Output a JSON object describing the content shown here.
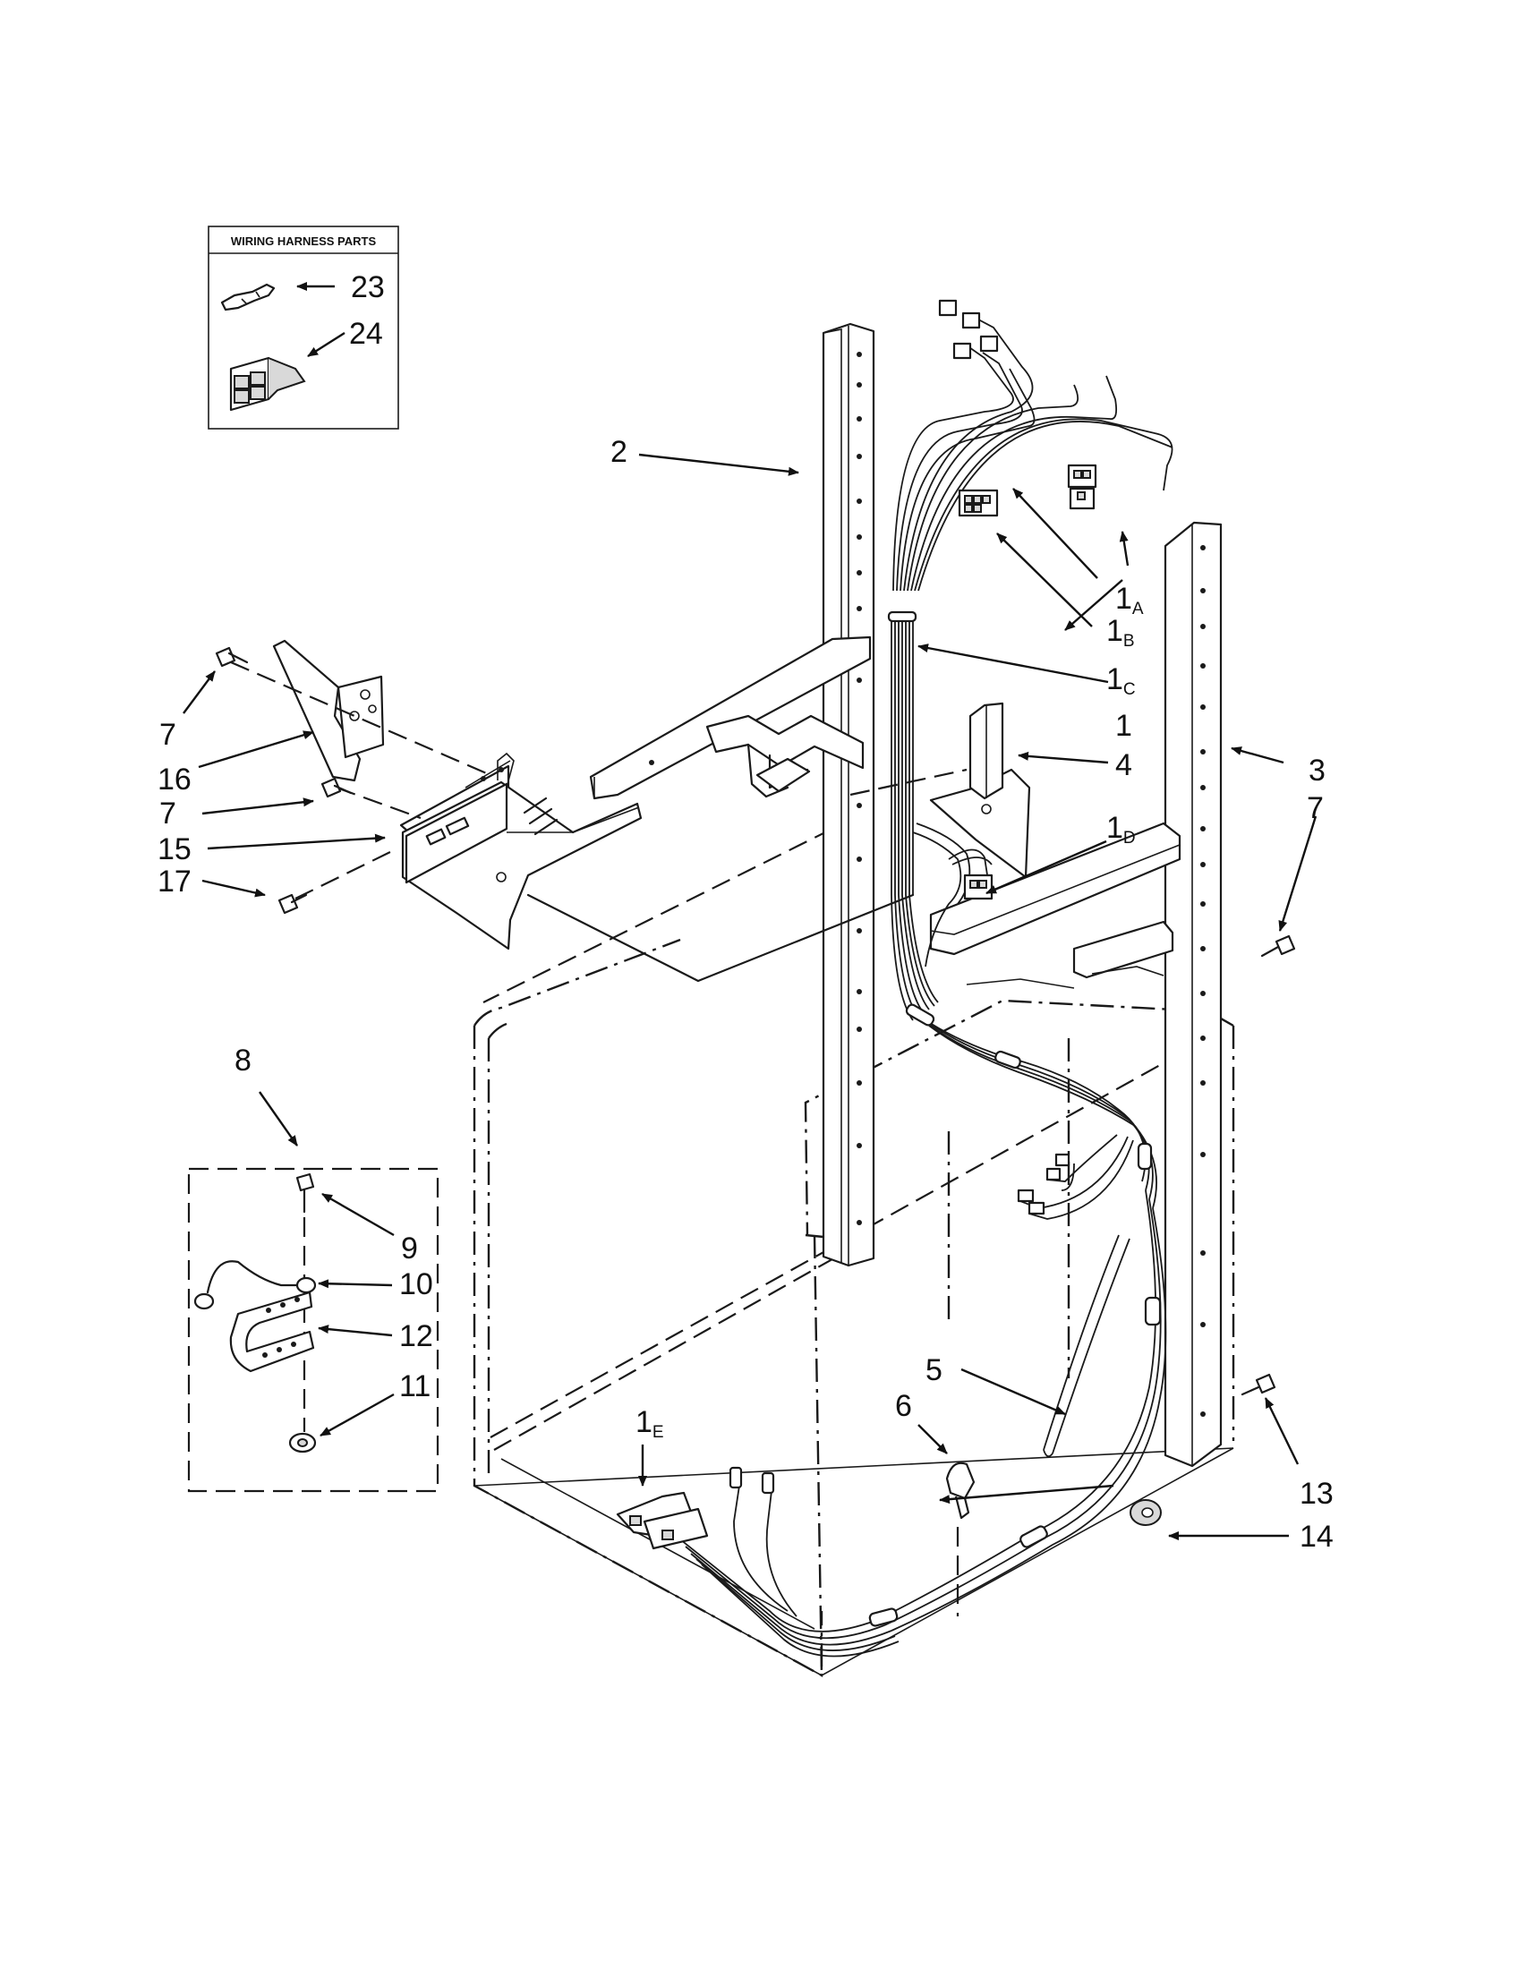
{
  "inset": {
    "title": "WIRING HARNESS PARTS",
    "parts": [
      "23",
      "24"
    ]
  },
  "callouts": {
    "c2": "2",
    "c3": "3",
    "c4": "4",
    "c5": "5",
    "c6": "6",
    "c7a": "7",
    "c7b": "7",
    "c7c": "7",
    "c8": "8",
    "c9": "9",
    "c10": "10",
    "c11": "11",
    "c12": "12",
    "c13": "13",
    "c14": "14",
    "c15": "15",
    "c16": "16",
    "c17": "17",
    "c1": "1",
    "c1a": {
      "num": "1",
      "sub": "A"
    },
    "c1b": {
      "num": "1",
      "sub": "B"
    },
    "c1c": {
      "num": "1",
      "sub": "C"
    },
    "c1d": {
      "num": "1",
      "sub": "D"
    },
    "c1e": {
      "num": "1",
      "sub": "E"
    }
  }
}
